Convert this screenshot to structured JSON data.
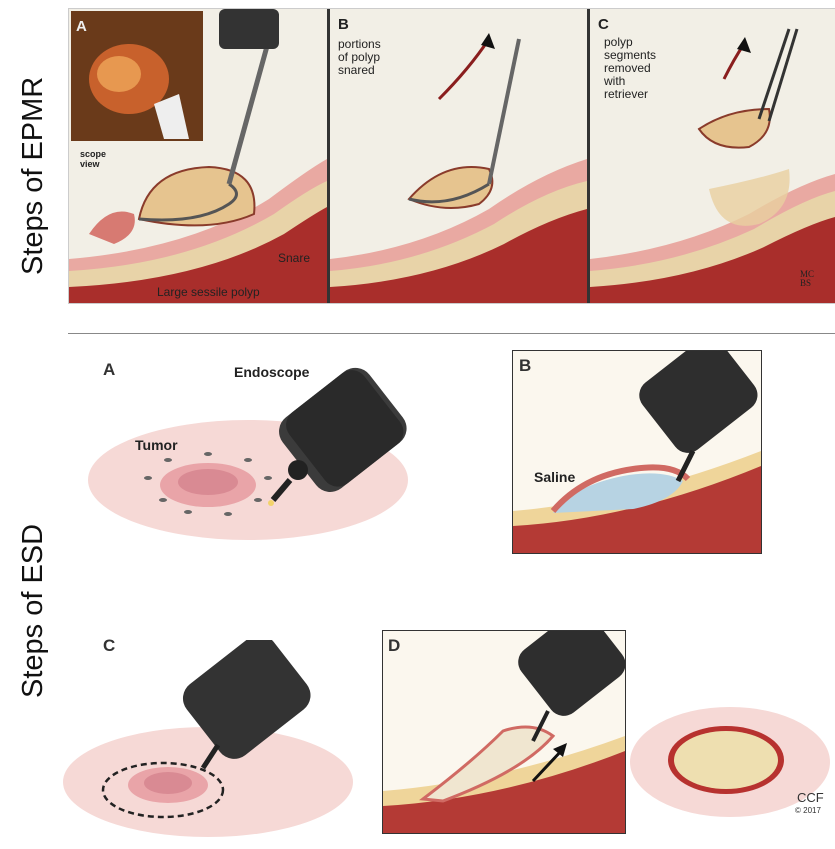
{
  "side_titles": {
    "epmr": "Steps of EPMR",
    "esd": "Steps of ESD"
  },
  "epmr": {
    "panel_a": {
      "letter": "A",
      "scope_view": "scope\nview",
      "snare": "Snare",
      "polyp": "Large sessile polyp"
    },
    "panel_b": {
      "letter": "B",
      "caption": "portions\nof polyp\nsnared"
    },
    "panel_c": {
      "letter": "C",
      "caption": "polyp\nsegments\nremoved\nwith\nretriever"
    },
    "logo": "MC\nBS"
  },
  "esd": {
    "panel_a": {
      "letter": "A",
      "endoscope": "Endoscope",
      "tumor": "Tumor"
    },
    "panel_b": {
      "letter": "B",
      "saline": "Saline"
    },
    "panel_c": {
      "letter": "C"
    },
    "panel_d": {
      "letter": "D"
    },
    "credit": "CCF",
    "copyright": "© 2017"
  }
}
